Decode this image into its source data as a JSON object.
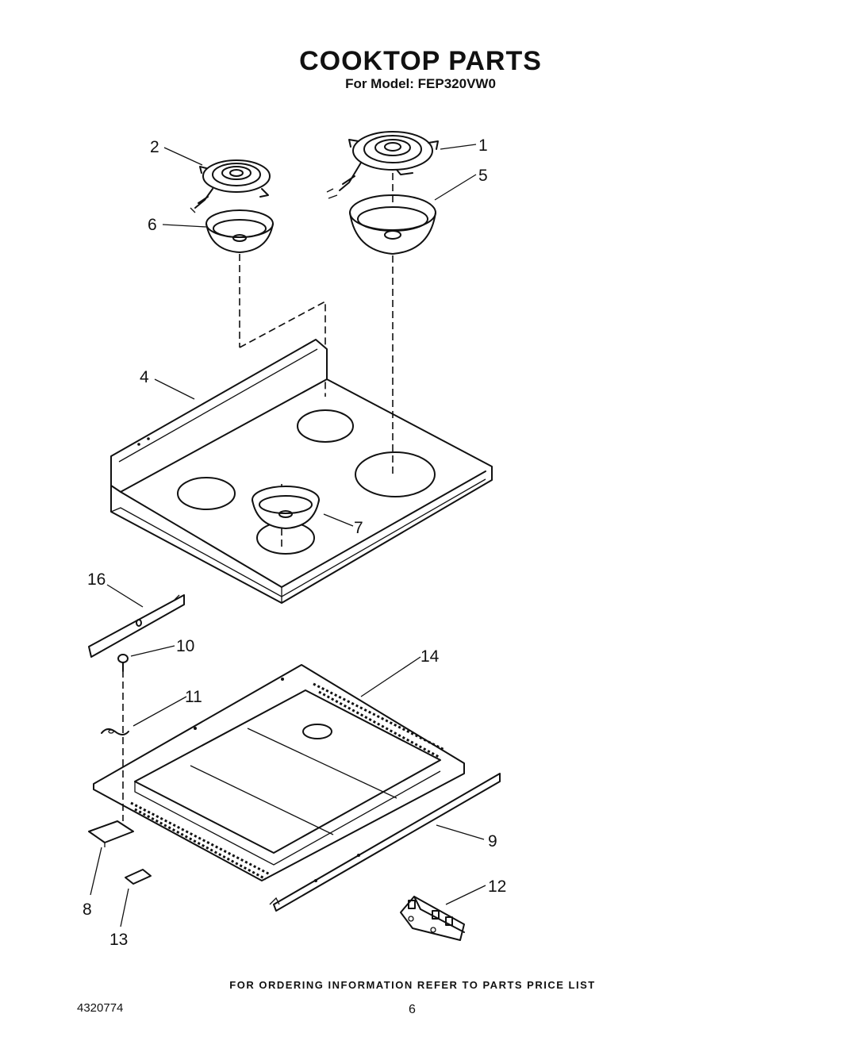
{
  "header": {
    "title": "COOKTOP PARTS",
    "subtitle": "For Model: FEP320VW0"
  },
  "callouts": [
    {
      "id": "1",
      "label": "1"
    },
    {
      "id": "2",
      "label": "2"
    },
    {
      "id": "4",
      "label": "4"
    },
    {
      "id": "5",
      "label": "5"
    },
    {
      "id": "6",
      "label": "6"
    },
    {
      "id": "7",
      "label": "7"
    },
    {
      "id": "8",
      "label": "8"
    },
    {
      "id": "9",
      "label": "9"
    },
    {
      "id": "10",
      "label": "10"
    },
    {
      "id": "11",
      "label": "11"
    },
    {
      "id": "12",
      "label": "12"
    },
    {
      "id": "13",
      "label": "13"
    },
    {
      "id": "14",
      "label": "14"
    },
    {
      "id": "16",
      "label": "16"
    }
  ],
  "footer": {
    "note": "FOR ORDERING INFORMATION REFER TO PARTS PRICE LIST",
    "doc_number": "4320774",
    "page_number": "6"
  }
}
